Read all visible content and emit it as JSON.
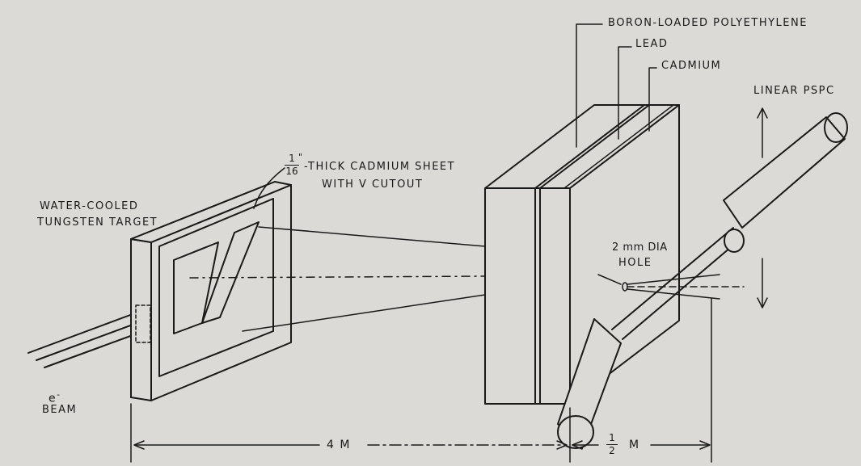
{
  "labels": {
    "boron": "BORON-LOADED POLYETHYLENE",
    "lead": "LEAD",
    "cadmium": "CADMIUM",
    "pspc": "LINEAR PSPC",
    "sheet_line1": "-THICK CADMIUM SHEET",
    "sheet_line2": "WITH V CUTOUT",
    "sheet_frac_num": "1",
    "sheet_frac_den": "16",
    "sheet_inch": "\"",
    "target_line1": "WATER-COOLED",
    "target_line2": "TUNGSTEN TARGET",
    "hole_line1": "2 mm DIA",
    "hole_line2": "HOLE",
    "beam_line1": "e",
    "beam_sup": "-",
    "beam_line2": "BEAM",
    "dist1": "4 M",
    "dist2_num": "1",
    "dist2_den": "2",
    "dist2_unit": "M"
  },
  "colors": {
    "ink": "#1a1a1a",
    "paper": "#dcdad6"
  }
}
